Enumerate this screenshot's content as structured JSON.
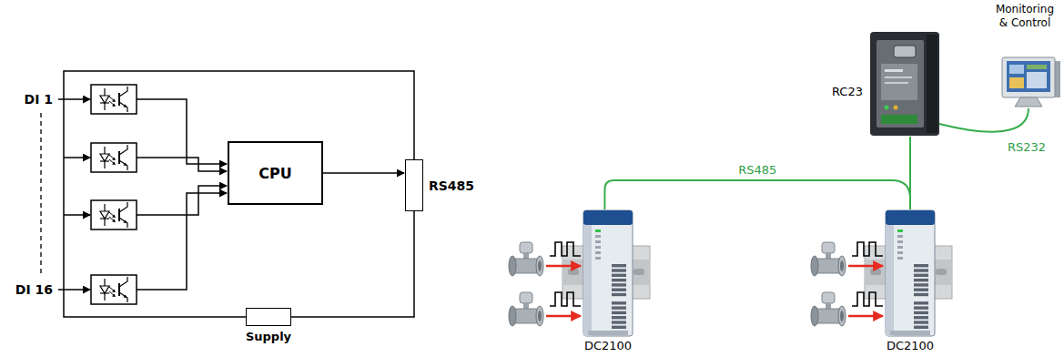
{
  "diagram": {
    "nodes": [
      {
        "text": [
          "CPU"
        ]
      },
      {
        "text": [
          "RS485"
        ]
      },
      {
        "text": [
          "Supply"
        ]
      },
      {
        "text": [
          "DC2100"
        ]
      },
      {
        "text": [
          "DC2100"
        ]
      },
      {
        "text": [
          "RC23"
        ]
      },
      {
        "text": [
          "Monitoring & Control"
        ]
      }
    ],
    "edges": [
      {
        "from": 0,
        "to": 1,
        "arrow": "to"
      },
      {
        "from": 3,
        "to": 4,
        "label": "RS485",
        "arrow": "none"
      },
      {
        "from": 5,
        "to": 4,
        "arrow": "none"
      },
      {
        "from": 5,
        "to": 6,
        "label": "RS232",
        "arrow": "none"
      }
    ],
    "labels": [
      "DI 1",
      "DI 16"
    ]
  }
}
